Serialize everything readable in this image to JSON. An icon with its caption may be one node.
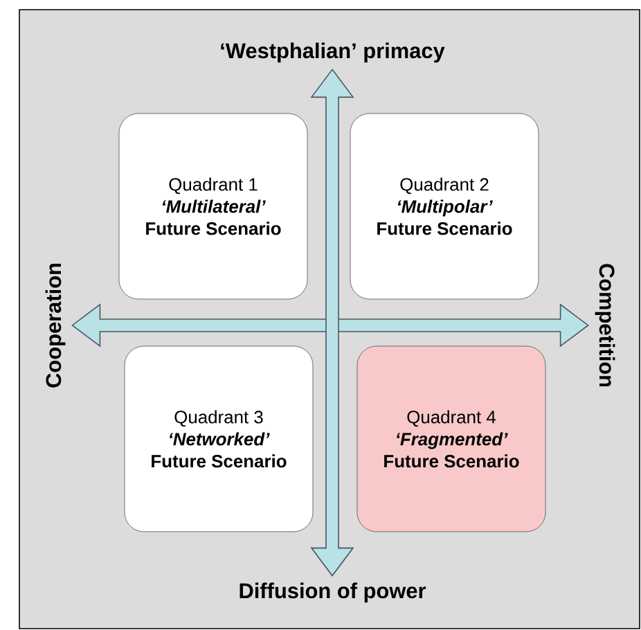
{
  "diagram": {
    "nodes": [
      {
        "text": [
          "‘Westphalian’ primacy"
        ]
      },
      {
        "text": [
          "Quadrant 1",
          "‘Multilateral’",
          "Future Scenario"
        ]
      },
      {
        "text": [
          "Quadrant 2",
          "‘Multipolar’",
          "Future Scenario"
        ]
      },
      {
        "text": [
          "Cooperation"
        ]
      },
      {
        "text": [
          "Competition"
        ]
      },
      {
        "text": [
          "Quadrant 3",
          "‘Networked’",
          "Future Scenario"
        ]
      },
      {
        "text": [
          "Quadrant 4",
          "‘Fragmented’",
          "Future Scenario"
        ]
      },
      {
        "text": [
          "Diffusion of power"
        ]
      }
    ],
    "edges": [
      {
        "from": 3,
        "to": 4,
        "arrow": "both"
      },
      {
        "from": 0,
        "to": 7,
        "arrow": "both"
      }
    ]
  }
}
